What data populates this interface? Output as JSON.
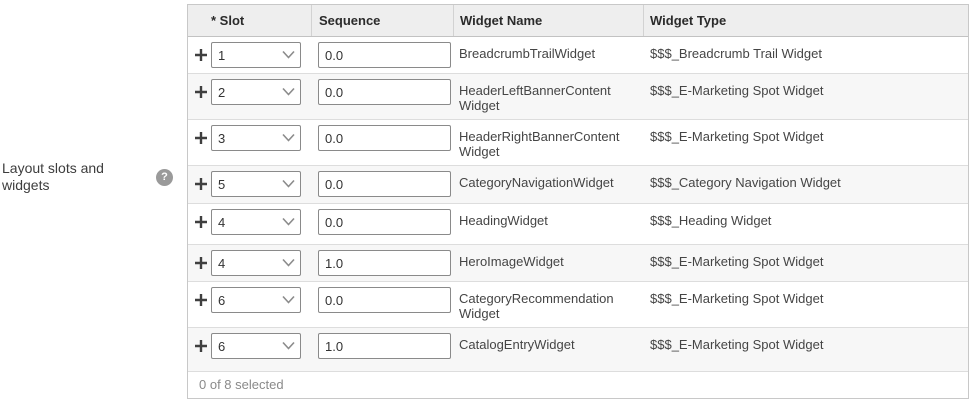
{
  "field": {
    "label": "Layout slots and widgets",
    "help_icon": "?"
  },
  "table": {
    "headers": {
      "slot": "* Slot",
      "sequence": "Sequence",
      "widget_name": "Widget Name",
      "widget_type": "Widget Type"
    },
    "rows": [
      {
        "slot": "1",
        "sequence": "0.0",
        "widget_name": "BreadcrumbTrailWidget",
        "widget_type": "$$$_Breadcrumb Trail Widget"
      },
      {
        "slot": "2",
        "sequence": "0.0",
        "widget_name": "HeaderLeftBannerContent Widget",
        "widget_type": "$$$_E-Marketing Spot Widget"
      },
      {
        "slot": "3",
        "sequence": "0.0",
        "widget_name": "HeaderRightBannerContent Widget",
        "widget_type": "$$$_E-Marketing Spot Widget"
      },
      {
        "slot": "5",
        "sequence": "0.0",
        "widget_name": "CategoryNavigationWidget",
        "widget_type": "$$$_Category Navigation Widget"
      },
      {
        "slot": "4",
        "sequence": "0.0",
        "widget_name": "HeadingWidget",
        "widget_type": "$$$_Heading Widget"
      },
      {
        "slot": "4",
        "sequence": "1.0",
        "widget_name": "HeroImageWidget",
        "widget_type": "$$$_E-Marketing Spot Widget"
      },
      {
        "slot": "6",
        "sequence": "0.0",
        "widget_name": "CategoryRecommendation Widget",
        "widget_type": "$$$_E-Marketing Spot Widget"
      },
      {
        "slot": "6",
        "sequence": "1.0",
        "widget_name": "CatalogEntryWidget",
        "widget_type": "$$$_E-Marketing Spot Widget"
      }
    ],
    "footer": {
      "selection_status": "0 of 8 selected"
    }
  }
}
